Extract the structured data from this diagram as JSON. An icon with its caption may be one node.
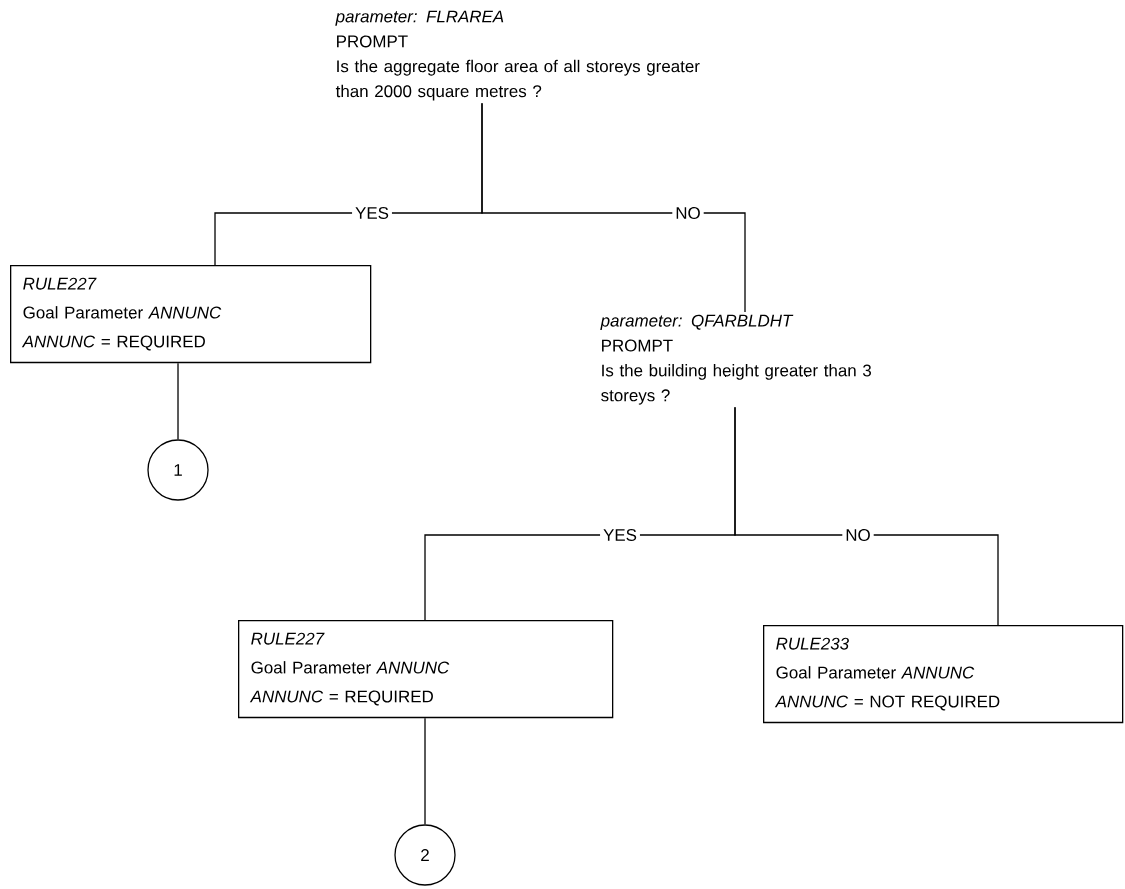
{
  "diagram": {
    "nodes": [
      {
        "text": [
          "parameter:  FLRAREA",
          "PROMPT",
          "Is the aggregate floor area of all storeys greater than 2000 square metres ?"
        ]
      },
      {
        "text": [
          "RULE227",
          "Goal Parameter  *ANNUNC*",
          "*ANNUNC*  = REQUIRED"
        ]
      },
      {
        "text": [
          "1"
        ]
      },
      {
        "text": [
          "parameter: QFARBLDHT",
          "PROMPT",
          "Is the building height greater than 3 storeys ?"
        ]
      },
      {
        "text": [
          "RULE227",
          "Goal Parameter  *ANNUNC*",
          "*ANNUNC*  = REQUIRED"
        ]
      },
      {
        "text": [
          "RULE233",
          "Goal Parameter  *ANNUNC*",
          "*ANNUNC*  = NOT REQUIRED"
        ]
      },
      {
        "text": [
          "2"
        ]
      }
    ],
    "edges": [
      {
        "from": 0,
        "to": 1,
        "arrow": "none",
        "label": "YES"
      },
      {
        "from": 0,
        "to": 3,
        "arrow": "none",
        "label": "NO"
      },
      {
        "from": 1,
        "to": 2,
        "arrow": "none"
      },
      {
        "from": 3,
        "to": 4,
        "arrow": "none",
        "label": "YES"
      },
      {
        "from": 3,
        "to": 5,
        "arrow": "none",
        "label": "NO"
      },
      {
        "from": 4,
        "to": 6,
        "arrow": "none"
      }
    ]
  }
}
